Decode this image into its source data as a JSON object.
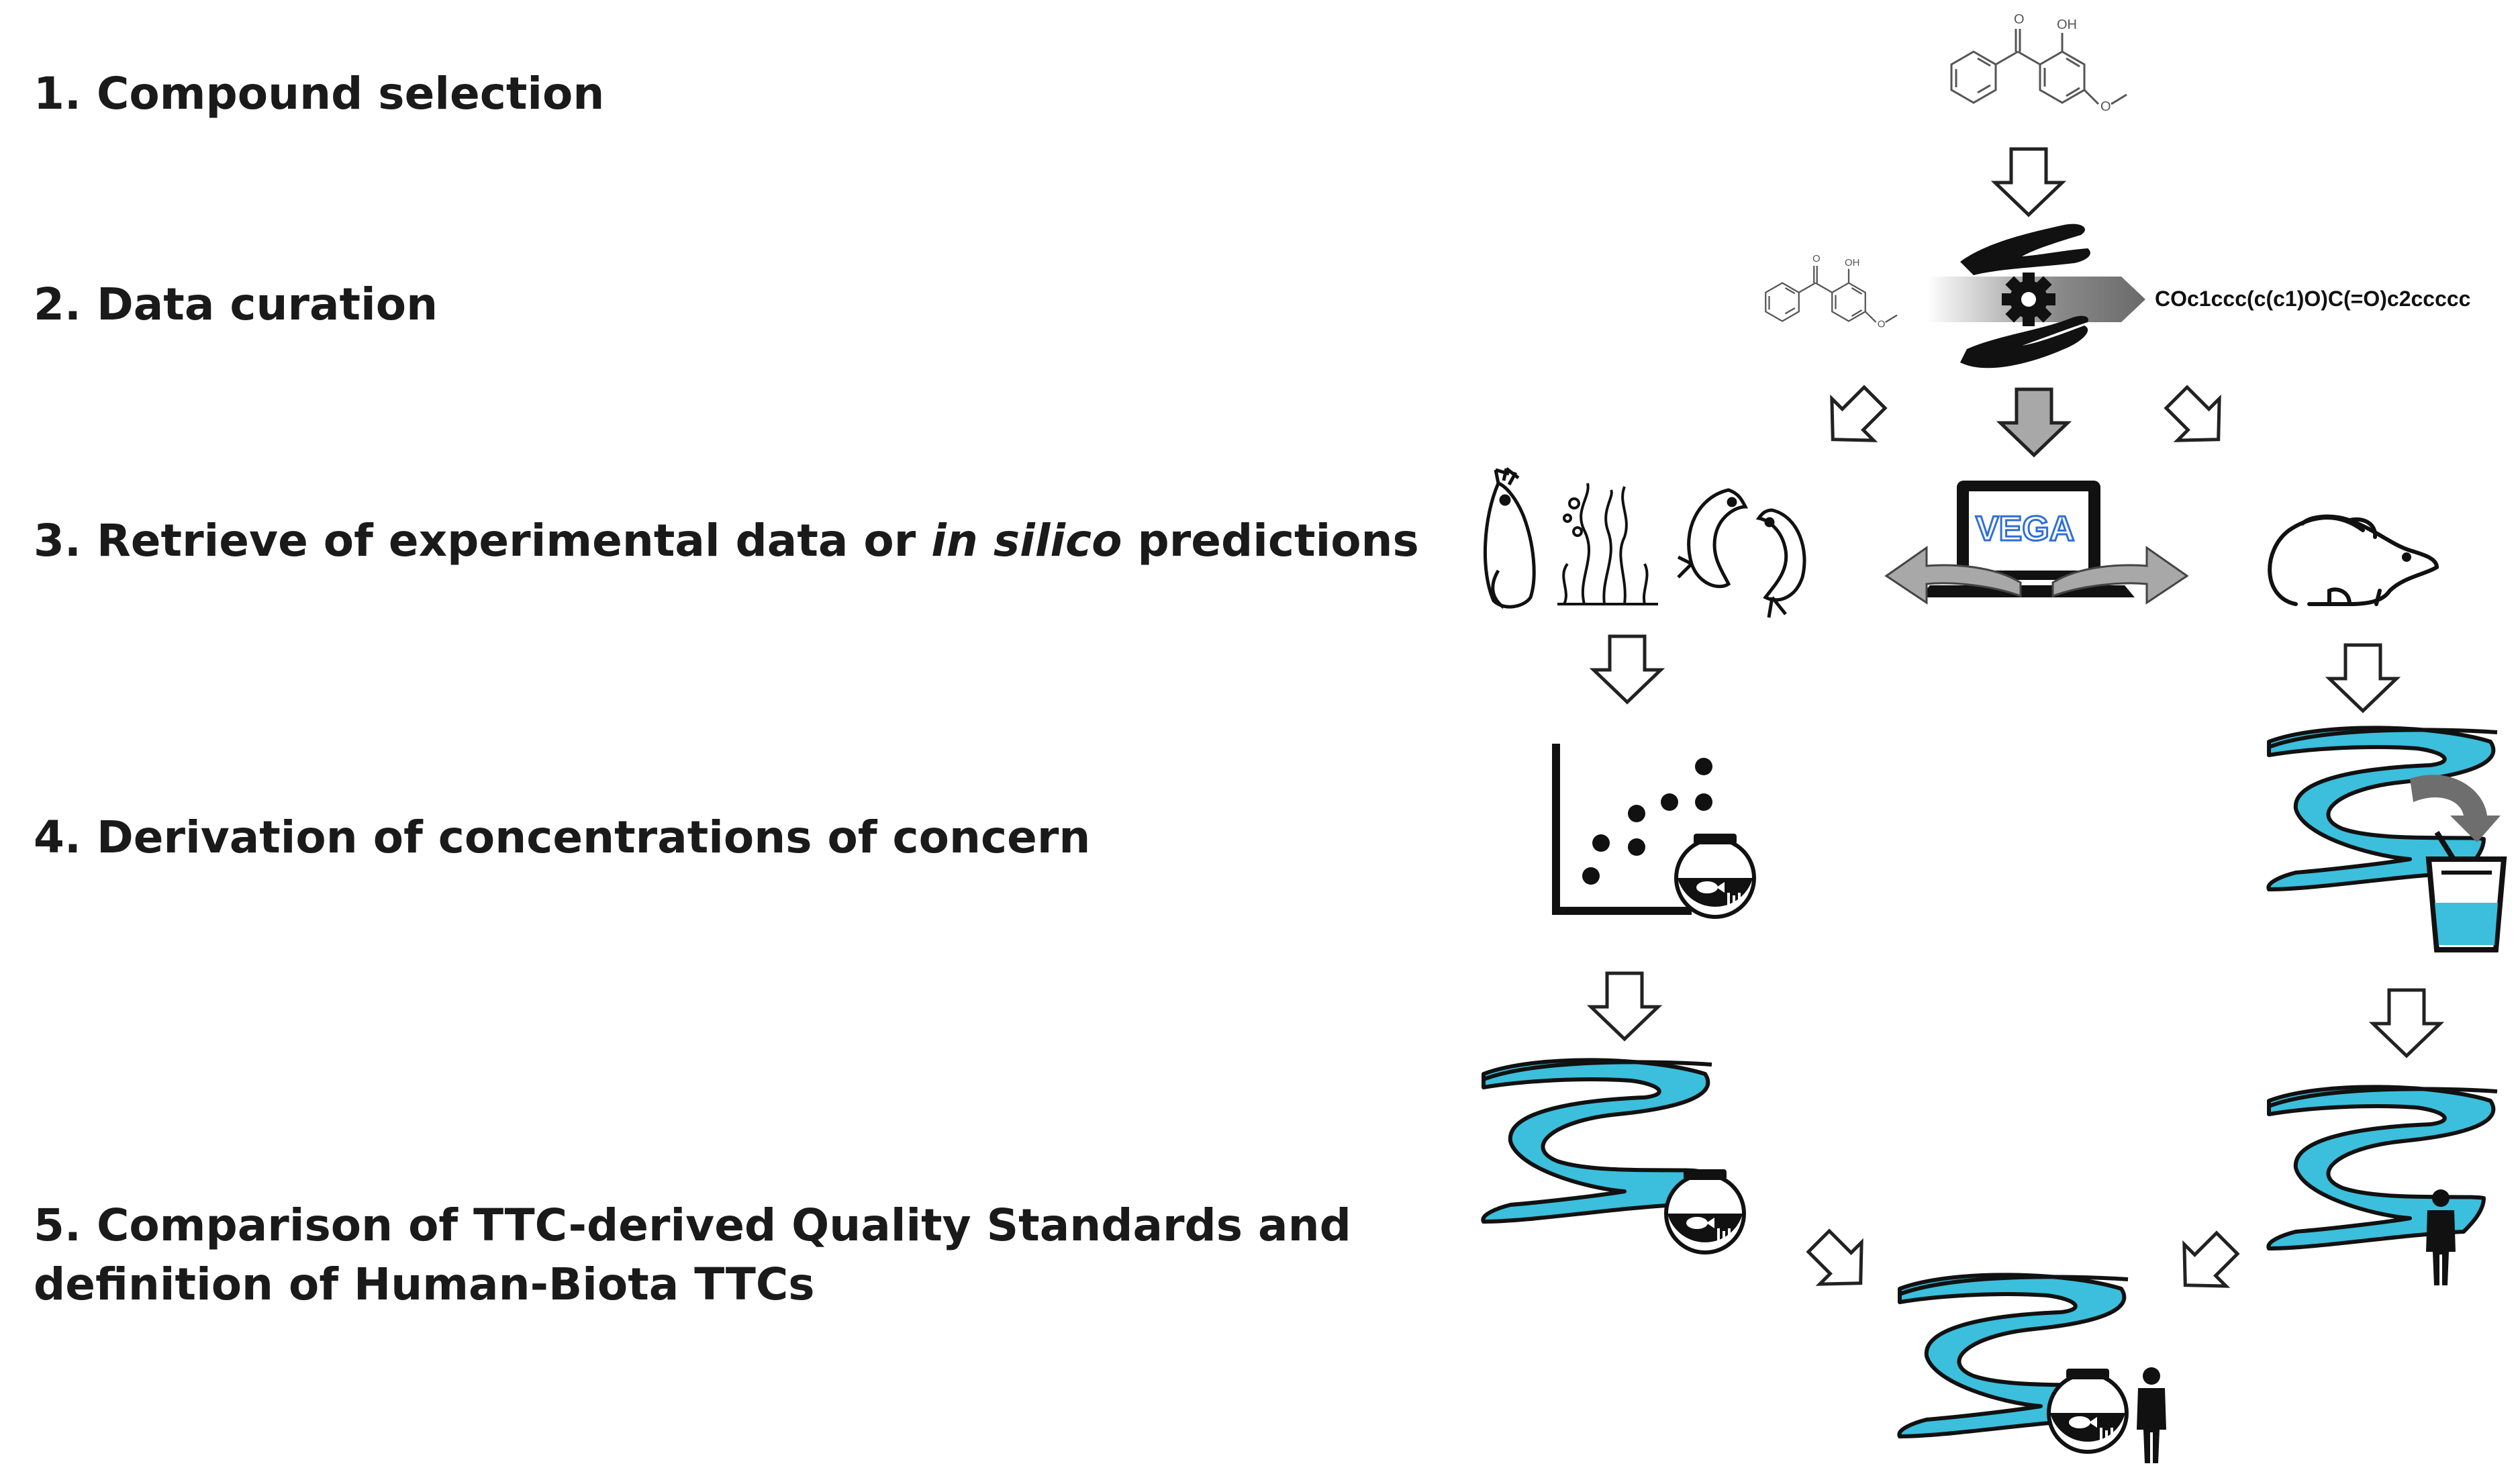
{
  "steps": {
    "s1": "1. Compound selection",
    "s2": "2. Data curation",
    "s3_pre": "3. Retrieve of experimental data or ",
    "s3_em": "in silico",
    "s3_post": " predictions",
    "s4": "4. Derivation of concentrations of concern",
    "s5_line1": "5. Comparison of TTC-derived Quality Standards and",
    "s5_line2": "definition of Human-Biota TTCs"
  },
  "smiles": "COc1ccc(c(c1)O)C(=O)c2ccccc",
  "molecule_labels": {
    "oh": "OH",
    "o": "O"
  },
  "vega_label": "VEGA",
  "icons": [
    "benzophenone-structure-icon",
    "hands-gear-curation-icon",
    "vega-laptop-icon",
    "daphnia-icon",
    "algae-icon",
    "fish-icon",
    "rat-icon",
    "scatter-plot-icon",
    "fishbowl-icon",
    "river-icon",
    "drinking-glass-icon",
    "human-figure-icon",
    "down-arrow-icon"
  ],
  "colors": {
    "river": "#3bbfdc",
    "arrow_gray": "#a8a8a8",
    "vega_blue": "#2f6fd6",
    "text": "#1a1a1a"
  }
}
